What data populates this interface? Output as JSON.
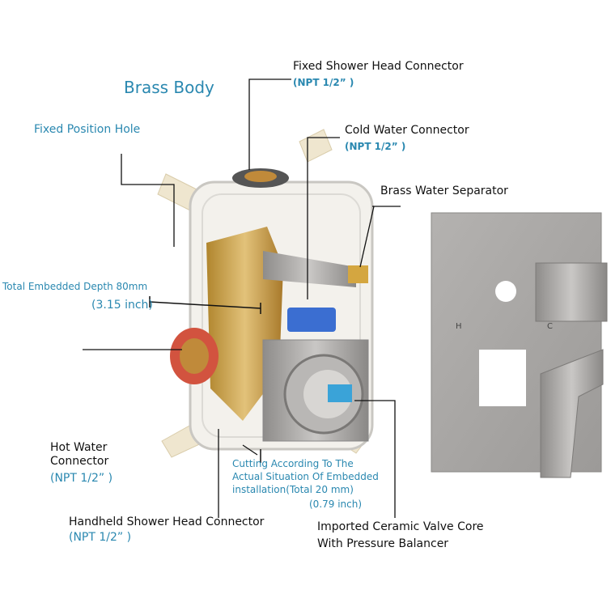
{
  "labels": {
    "brass_body": "Brass Body",
    "fixed_position_hole": "Fixed Position Hole",
    "fixed_shower_head": "Fixed Shower Head Connector",
    "fixed_shower_head_npt": "(NPT 1/2” )",
    "cold_water": "Cold Water Connector",
    "cold_water_npt": "(NPT 1/2” )",
    "brass_water_separator": "Brass Water Separator",
    "total_depth": "Total Embedded Depth 80mm",
    "total_depth_inch": "(3.15 inch)",
    "hot_water_1": "Hot Water",
    "hot_water_2": "Connector",
    "hot_water_npt": "(NPT 1/2” )",
    "cutting_1": "Cutting According To The",
    "cutting_2": "Actual Situation Of Embedded",
    "cutting_3": "installation(Total 20 mm)",
    "cutting_inch": "(0.79 inch)",
    "handheld": "Handheld Shower Head Connector",
    "handheld_npt": "(NPT 1/2” )",
    "valve_core_1": "Imported Ceramic Valve Core",
    "valve_core_2": "With Pressure Balancer",
    "plate_h": "H",
    "plate_c": "C"
  },
  "colors": {
    "label_blue": "#2a88b0",
    "brass": "#c9a24a",
    "chrome": "#a9a7a5"
  }
}
